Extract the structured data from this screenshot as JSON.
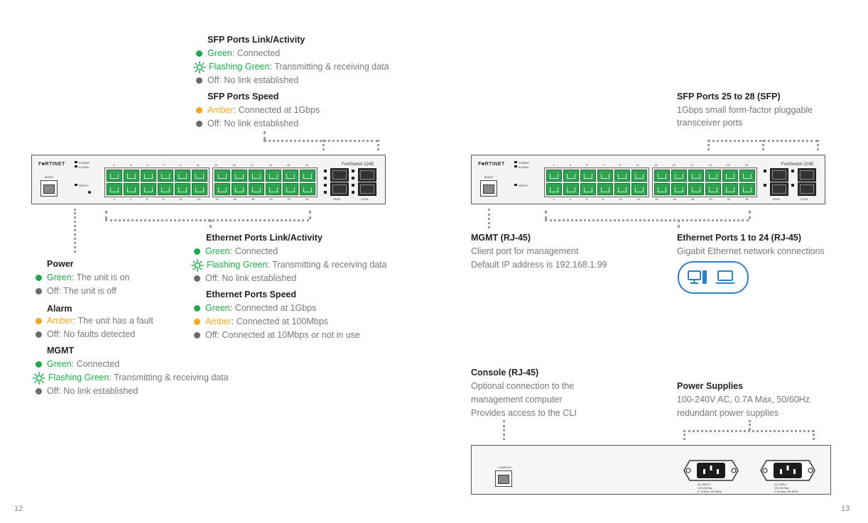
{
  "left": {
    "sfp_link": {
      "title": "SFP Ports Link/Activity",
      "items": [
        {
          "color_label": "Green",
          "text": ": Connected",
          "state": "green"
        },
        {
          "color_label": "Flashing Green",
          "text": ": Transmitting & receiving data",
          "state": "flash"
        },
        {
          "color_label": "",
          "text": "Off: No link established",
          "state": "off"
        }
      ]
    },
    "sfp_speed": {
      "title": "SFP Ports Speed",
      "items": [
        {
          "color_label": "Amber",
          "text": ": Connected at 1Gbps",
          "state": "amber"
        },
        {
          "color_label": "",
          "text": "Off: No link established",
          "state": "off"
        }
      ]
    },
    "power": {
      "title": "Power",
      "items": [
        {
          "color_label": "Green",
          "text": ": The unit is on",
          "state": "green"
        },
        {
          "color_label": "",
          "text": "Off: The unit is off",
          "state": "off"
        }
      ]
    },
    "alarm": {
      "title": "Alarm",
      "items": [
        {
          "color_label": "Amber",
          "text": ": The unit has a fault",
          "state": "amber"
        },
        {
          "color_label": "",
          "text": "Off: No faults detected",
          "state": "off"
        }
      ]
    },
    "mgmt": {
      "title": "MGMT",
      "items": [
        {
          "color_label": "Green",
          "text": ": Connected",
          "state": "green"
        },
        {
          "color_label": "Flashing Green",
          "text": ": Transmitting & receiving data",
          "state": "flash"
        },
        {
          "color_label": "",
          "text": "Off: No link established",
          "state": "off"
        }
      ]
    },
    "eth_link": {
      "title": "Ethernet Ports Link/Activity",
      "items": [
        {
          "color_label": "Green",
          "text": ": Connected",
          "state": "green"
        },
        {
          "color_label": "Flashing Green",
          "text": ": Transmitting & receiving data",
          "state": "flash"
        },
        {
          "color_label": "",
          "text": "Off: No link established",
          "state": "off"
        }
      ]
    },
    "eth_speed": {
      "title": "Ethernet Ports Speed",
      "items": [
        {
          "color_label": "Green",
          "text": ": Connected at 1Gbps",
          "state": "green"
        },
        {
          "color_label": "Amber",
          "text": ": Connected at 100Mbps",
          "state": "amber"
        },
        {
          "color_label": "",
          "text": "Off: Connected at 10Mbps or not in use",
          "state": "off"
        }
      ]
    },
    "page_number": "12"
  },
  "right": {
    "sfp_ports": {
      "title": "SFP Ports 25 to 28 (SFP)",
      "lines": [
        "1Gbps small form-factor pluggable",
        "transceiver ports"
      ]
    },
    "mgmt_port": {
      "title": "MGMT (RJ-45)",
      "lines": [
        "Client port for management",
        "Default IP address is 192.168.1.99"
      ]
    },
    "eth_ports": {
      "title": "Ethernet Ports 1 to 24 (RJ-45)",
      "lines": [
        "Gigabit Ethernet network connections"
      ]
    },
    "console": {
      "title": "Console (RJ-45)",
      "lines": [
        "Optional connection to the",
        "management computer",
        "Provides access to the CLI"
      ]
    },
    "power_supplies": {
      "title": "Power Supplies",
      "lines": [
        "100-240V AC, 0.7A Max, 50/60Hz",
        "redundant power supplies"
      ]
    },
    "page_number": "13"
  },
  "device": {
    "brand": "F■RTINET",
    "model": "FortiSwitch 224E",
    "power_label": "POWER",
    "alarm_label": "ALARM",
    "mgmt_label": "MGMT",
    "reset_label": "RESET",
    "console_label": "CONSOLE",
    "ac_input_label": "AC INPUT",
    "ac_input_spec1": "100-240Vac",
    "ac_input_spec2": "0.7A Max, 50-60Hz",
    "top_port_numbers": [
      "1",
      "3",
      "5",
      "7",
      "9",
      "11",
      "13",
      "15",
      "17",
      "19",
      "21",
      "23"
    ],
    "bottom_port_numbers": [
      "2",
      "4",
      "6",
      "8",
      "10",
      "12",
      "14",
      "16",
      "18",
      "20",
      "22",
      "24"
    ],
    "sfp_label_a": "25/26",
    "sfp_label_b": "27/28"
  },
  "colors": {
    "green": "#1faa4a",
    "amber": "#f2a725",
    "off": "#6b6b6b",
    "accent_blue": "#2a7fc6"
  }
}
